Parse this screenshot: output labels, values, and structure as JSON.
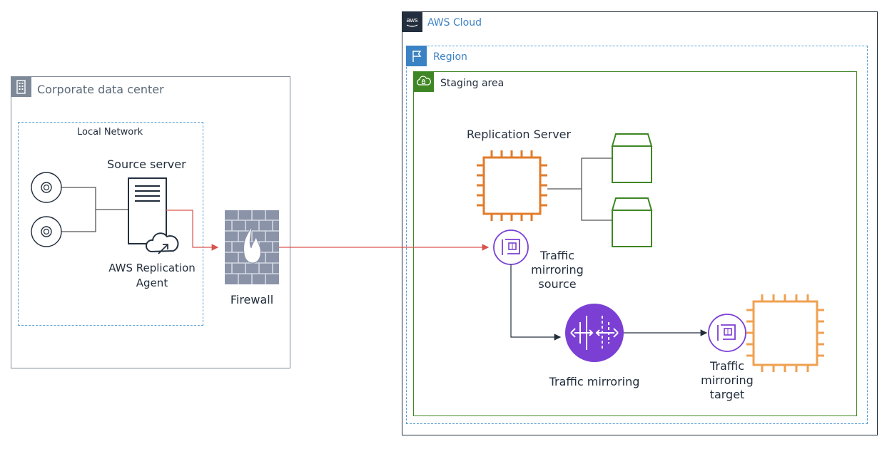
{
  "corporate": {
    "title": "Corporate data center",
    "icon": "building-icon"
  },
  "local_network": {
    "title": "Local Network"
  },
  "source_server": {
    "title": "Source server",
    "icon": "server-icon"
  },
  "agent": {
    "label_line1": "AWS Replication",
    "label_line2": "Agent",
    "icon": "cloud-sync-icon"
  },
  "disks": {
    "icon": "disk-icon"
  },
  "firewall": {
    "label": "Firewall",
    "icon": "firewall-icon"
  },
  "aws_cloud": {
    "title": "AWS Cloud",
    "logo": "aws"
  },
  "region": {
    "title": "Region",
    "icon": "flag-icon"
  },
  "staging": {
    "title": "Staging area",
    "icon": "cloud-lock-icon"
  },
  "replication_server": {
    "title": "Replication Server",
    "icon": "ec2-instance-icon"
  },
  "volumes": {
    "icon": "ebs-volume-icon"
  },
  "mirror_source": {
    "line1": "Traffic",
    "line2": "mirroring",
    "line3": "source",
    "icon": "eni-icon"
  },
  "traffic_mirroring": {
    "label": "Traffic mirroring",
    "icon": "traffic-mirroring-icon"
  },
  "mirror_target": {
    "line1": "Traffic",
    "line2": "mirroring",
    "line3": "target",
    "icon": "eni-icon"
  },
  "colors": {
    "ec2_orange": "#e07b2b",
    "target_orange": "#f0a050",
    "ebs_green": "#3f8624",
    "vpc_purple": "#7b3fd4",
    "connection_red": "#d9534f",
    "region_blue": "#3b82c4",
    "dark": "#232f3e"
  }
}
